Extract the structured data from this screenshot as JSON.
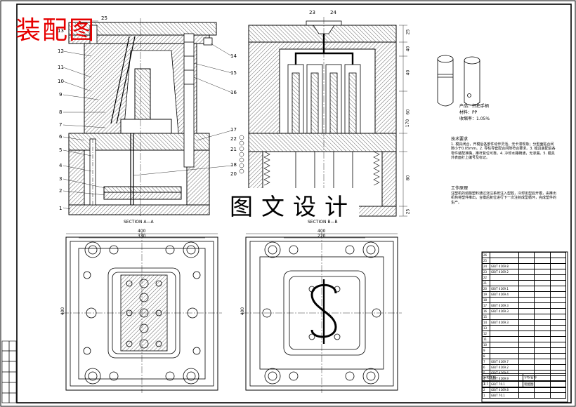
{
  "sheet": {
    "title": "装配图",
    "watermark": "图文设计",
    "section_a_label": "SECTION A—A",
    "section_b_label": "SECTION B—B"
  },
  "callouts_left": [
    "1",
    "2",
    "3",
    "4",
    "5",
    "6",
    "7",
    "8",
    "9",
    "10",
    "11",
    "12",
    "13"
  ],
  "callouts_right": [
    "14",
    "15",
    "16",
    "17",
    "18"
  ],
  "callouts_top": [
    "23",
    "24",
    "25"
  ],
  "callouts_b": [
    "20",
    "21",
    "22"
  ],
  "dimensions": {
    "plan_a_width": "400",
    "plan_a_inner": "330",
    "plan_b_width": "400",
    "plan_b_inner": "220",
    "plan_a_height": "400",
    "plan_b_height": "400",
    "b_right_dims": [
      "25",
      "40",
      "40",
      "60",
      "170",
      "80",
      "25"
    ]
  },
  "product": {
    "line1": "产品：扫把手柄",
    "line2": "材料：PP",
    "line3": "收缩率：1.05%"
  },
  "notes": {
    "heading": "技术要求",
    "body": "1. 模具闭合，开模后各部件动作灵活，无卡滞现象；分型面贴合间隙小于0.05mm。2. 导柱导套配合间隙符合要求。3. 模具装配后各零件装配准确，推杆复位可靠。4. 冷却水路畅通，无渗漏。5. 模具外表面打上编号及标记。",
    "heading2": "工作原理",
    "body2": "注塑机的熔融塑料通过浇注系统注入型腔，冷却定型后开模，由推出机构将塑件推出，合模后复位进行下一次注射成型循环，完成塑件的生产。"
  },
  "bom_rows": [
    [
      "26",
      "",
      "",
      "",
      ""
    ],
    [
      "25",
      "",
      "",
      "",
      ""
    ],
    [
      "24",
      "GB/T 4169.8",
      "",
      "",
      ""
    ],
    [
      "23",
      "GB/T 4169.2",
      "",
      "",
      ""
    ],
    [
      "22",
      "",
      "",
      "",
      ""
    ],
    [
      "21",
      "",
      "",
      "",
      ""
    ],
    [
      "20",
      "GB/T 4169.1",
      "",
      "",
      ""
    ],
    [
      "19",
      "GB/T 4169.4",
      "",
      "",
      ""
    ],
    [
      "18",
      "",
      "",
      "",
      ""
    ],
    [
      "17",
      "GB/T 4169.3",
      "",
      "",
      ""
    ],
    [
      "16",
      "GB/T 4169.3",
      "",
      "",
      ""
    ],
    [
      "15",
      "",
      "",
      "",
      ""
    ],
    [
      "14",
      "GB/T 4169.3",
      "",
      "",
      ""
    ],
    [
      "13",
      "",
      "",
      "",
      ""
    ],
    [
      "12",
      "",
      "",
      "",
      ""
    ],
    [
      "11",
      "",
      "",
      "",
      ""
    ],
    [
      "10",
      "",
      "",
      "",
      ""
    ],
    [
      "9",
      "",
      "",
      "",
      ""
    ],
    [
      "8",
      "",
      "",
      "",
      ""
    ],
    [
      "7",
      "GB/T 4169.7",
      "",
      "",
      ""
    ],
    [
      "6",
      "GB/T 4169.2",
      "",
      "",
      ""
    ],
    [
      "5",
      "GB/T 4169.6",
      "",
      "",
      ""
    ],
    [
      "4",
      "GB/T 4169.9",
      "",
      "",
      ""
    ],
    [
      "3",
      "GB/T 70.1",
      "",
      "",
      ""
    ],
    [
      "2",
      "GB/T 4169.8",
      "",
      "",
      ""
    ],
    [
      "1",
      "GB/T 70.1",
      "",
      "",
      ""
    ]
  ],
  "title_block": {
    "school": "学校名称",
    "drawing": "装配图",
    "product": "扫把手柄",
    "scale": "1:1"
  }
}
